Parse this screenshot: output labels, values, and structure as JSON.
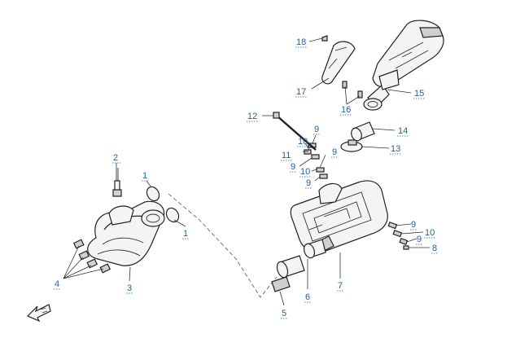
{
  "callouts": {
    "c1a": "1",
    "c1b": "1",
    "c2": "2",
    "c3": "3",
    "c4": "4",
    "c5": "5",
    "c6": "6",
    "c7": "7",
    "c8": "8",
    "c9a": "9",
    "c9b": "9",
    "c9c": "9",
    "c9d": "9",
    "c9e": "9",
    "c9f": "9",
    "c10a": "10",
    "c10b": "10",
    "c10c": "10",
    "c11": "11",
    "c12": "12",
    "c13": "13",
    "c14": "14",
    "c15": "15",
    "c16": "16",
    "c17": "17",
    "c18": "18"
  }
}
